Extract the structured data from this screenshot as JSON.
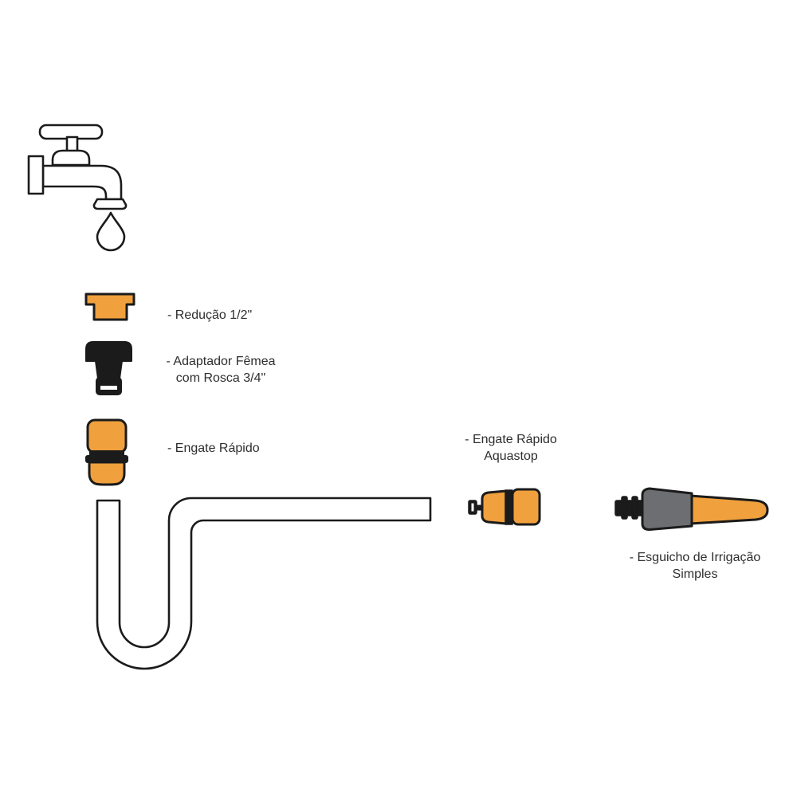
{
  "colors": {
    "orange": "#F0A03C",
    "gray": "#6D6E71",
    "outline": "#1B1B1B",
    "text": "#2E2E2E",
    "background": "#FFFFFF"
  },
  "icons": {
    "faucet": "faucet-icon",
    "water_drop": "water-drop-icon",
    "reducer": "reducer-fitting-icon",
    "adapter": "female-adapter-icon",
    "quick_connector": "quick-connector-icon",
    "hose": "hose-icon",
    "aquastop_connector": "aquastop-connector-icon",
    "spray_nozzle": "spray-nozzle-icon"
  },
  "parts": {
    "reducao": {
      "label": "- Redução 1/2\""
    },
    "adaptador": {
      "label_line1": "- Adaptador Fêmea",
      "label_line2": "com Rosca 3/4\""
    },
    "engate_rapido": {
      "label": "- Engate Rápido"
    },
    "engate_aquastop": {
      "label_line1": "- Engate Rápido",
      "label_line2": "Aquastop"
    },
    "esguicho": {
      "label_line1": "- Esguicho de Irrigação",
      "label_line2": "Simples"
    }
  }
}
